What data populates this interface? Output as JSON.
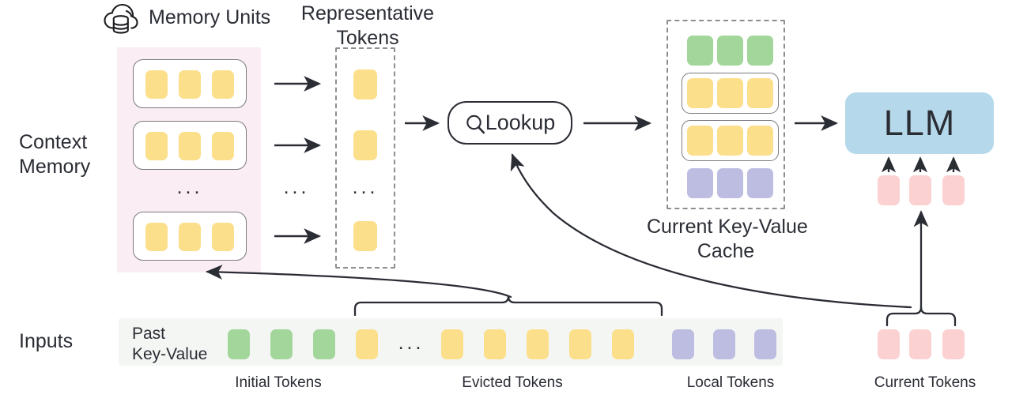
{
  "diagram": {
    "title_icon": "cloud-database-icon",
    "row_labels": {
      "context_memory": "Context\nMemory",
      "inputs": "Inputs"
    },
    "headers": {
      "memory_units": "Memory Units",
      "representative_tokens": "Representative\nTokens",
      "current_kv_cache": "Current Key-Value\nCache"
    },
    "lookup": {
      "label": "Lookup",
      "icon": "search-icon"
    },
    "llm": {
      "label": "LLM"
    },
    "inputs_row": {
      "past_kv_label": "Past\nKey-Value",
      "ellipsis": "...",
      "groups": [
        {
          "name": "initial",
          "caption": "Initial Tokens",
          "color": "#a3d69b",
          "count": 3
        },
        {
          "name": "evicted",
          "caption": "Evicted Tokens",
          "color": "#fcdf8a",
          "count": 6
        },
        {
          "name": "local",
          "caption": "Local Tokens",
          "color": "#bdbce1",
          "count": 3
        },
        {
          "name": "current",
          "caption": "Current Tokens",
          "color": "#fbd1d2",
          "count": 3
        }
      ]
    },
    "context_memory": {
      "unit_count_shown": 3,
      "tokens_per_unit": 3,
      "token_color": "#fcdf8a",
      "background": "#faedf3",
      "ellipsis": "..."
    },
    "representative_tokens": {
      "count_shown": 3,
      "token_color": "#fcdf8a",
      "ellipsis": "..."
    },
    "kv_cache_rows": [
      {
        "name": "initial-tokens-row",
        "color": "#a3d69b",
        "boxed": false,
        "count": 3
      },
      {
        "name": "retrieved-tokens-row",
        "color": "#fcdf8a",
        "boxed": true,
        "count": 3
      },
      {
        "name": "retrieved-tokens-row",
        "color": "#fcdf8a",
        "boxed": true,
        "count": 3
      },
      {
        "name": "local-tokens-row",
        "color": "#bdbce1",
        "boxed": false,
        "count": 3
      }
    ],
    "arrow_ellipsis": "...",
    "colors": {
      "yellow": "#fcdf8a",
      "green": "#a3d69b",
      "purple": "#bdbce1",
      "pink": "#fbd1d2",
      "memory_bg": "#faedf3",
      "inputs_bg": "#f4f6f4",
      "llm_blue": "#b5d9ea",
      "stroke": "#2b2d35"
    }
  }
}
